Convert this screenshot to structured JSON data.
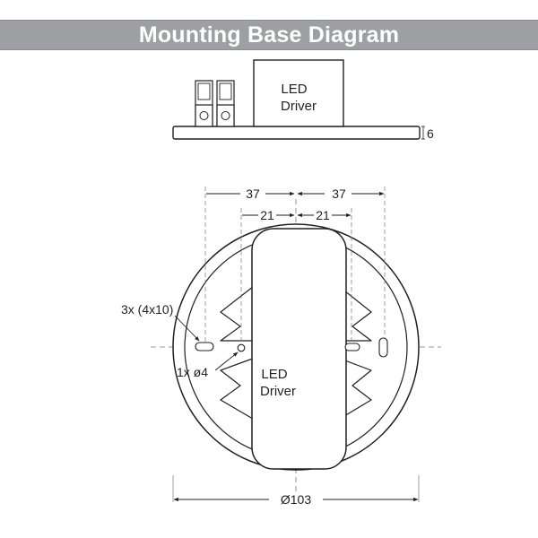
{
  "header": {
    "title": "Mounting Base Diagram"
  },
  "side_view": {
    "driver_label_line1": "LED",
    "driver_label_line2": "Driver",
    "thickness_dim": "6"
  },
  "top_view": {
    "dim_outer_left": "37",
    "dim_outer_right": "37",
    "dim_inner_left": "21",
    "dim_inner_right": "21",
    "slot_callout": "3x (4x10)",
    "hole_callout": "1x ø4",
    "driver_label_line1": "LED",
    "driver_label_line2": "Driver",
    "diameter_dim": "Ø103"
  },
  "colors": {
    "title_bar": "#9d9fa2",
    "line": "#231f20",
    "dim_line": "#555555"
  }
}
